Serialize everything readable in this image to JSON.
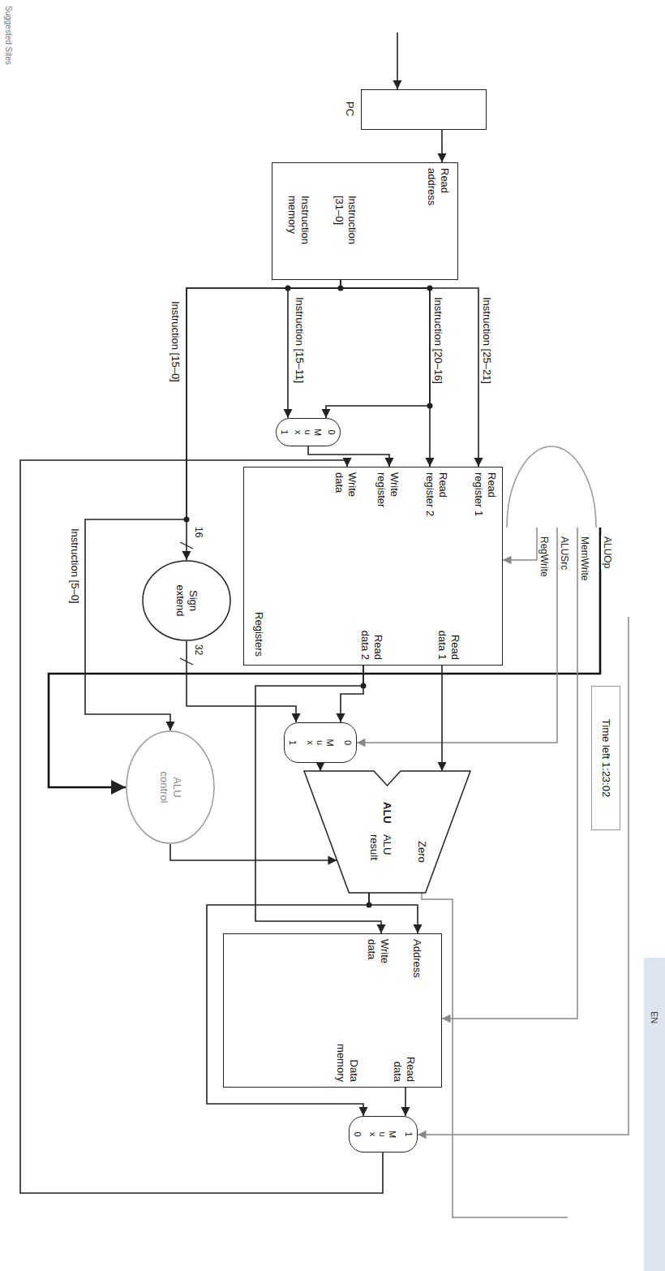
{
  "diagram": {
    "nodes": [
      {
        "text": [
          "PC"
        ]
      },
      {
        "text": [
          "Read address",
          "Instruction [31–0]",
          "Instruction memory"
        ]
      },
      {
        "text": [
          "0",
          "M u x",
          "1"
        ]
      },
      {
        "text": [
          "Read register 1",
          "Read register 2",
          "Write register",
          "Write data",
          "Read data 1",
          "Read data 2",
          "Registers"
        ]
      },
      {
        "text": [
          "Sign extend"
        ]
      },
      {
        "text": [
          "0",
          "M u x",
          "1"
        ]
      },
      {
        "text": [
          "Time left 1:23:02"
        ]
      },
      {
        "text": [
          "ALU control"
        ]
      },
      {
        "text": [
          "Zero",
          "ALU",
          "ALU result"
        ]
      },
      {
        "text": [
          "Address",
          "Read data",
          "Write data",
          "Data memory"
        ]
      },
      {
        "text": [
          "1",
          "M u x",
          "0"
        ]
      }
    ],
    "edges": [
      {
        "from": 0,
        "to": 1,
        "arrow": "to"
      },
      {
        "from": 1,
        "to": 3,
        "label": "Instruction [25–21]",
        "arrow": "to"
      },
      {
        "from": 1,
        "to": 3,
        "label": "Instruction [20–16]",
        "arrow": "to"
      },
      {
        "from": 1,
        "to": 2,
        "arrow": "to"
      },
      {
        "from": 1,
        "to": 2,
        "label": "Instruction [15–11]",
        "arrow": "to"
      },
      {
        "from": 2,
        "to": 3,
        "arrow": "to"
      },
      {
        "from": 1,
        "to": 4,
        "label": "Instruction [15–0]",
        "arrow": "to"
      },
      {
        "from": 1,
        "to": 7,
        "label": "Instruction [5–0]",
        "arrow": "to"
      },
      {
        "from": 3,
        "to": 8,
        "arrow": "to"
      },
      {
        "from": 3,
        "to": 5,
        "arrow": "to"
      },
      {
        "from": 3,
        "to": 9,
        "arrow": "to"
      },
      {
        "from": 4,
        "to": 5,
        "arrow": "to"
      },
      {
        "from": 5,
        "to": 8,
        "arrow": "to"
      },
      {
        "from": 7,
        "to": 8,
        "arrow": "to"
      },
      {
        "from": 8,
        "to": 9,
        "arrow": "to"
      },
      {
        "from": 8,
        "to": 10,
        "arrow": "to"
      },
      {
        "from": 9,
        "to": 10,
        "arrow": "to"
      },
      {
        "from": 10,
        "to": 3,
        "arrow": "to"
      }
    ],
    "labels": [
      "ALUOp",
      "MemWrite",
      "ALUSrc",
      "RegWrite",
      "16",
      "32",
      "Suggested Sites",
      "EN"
    ]
  }
}
